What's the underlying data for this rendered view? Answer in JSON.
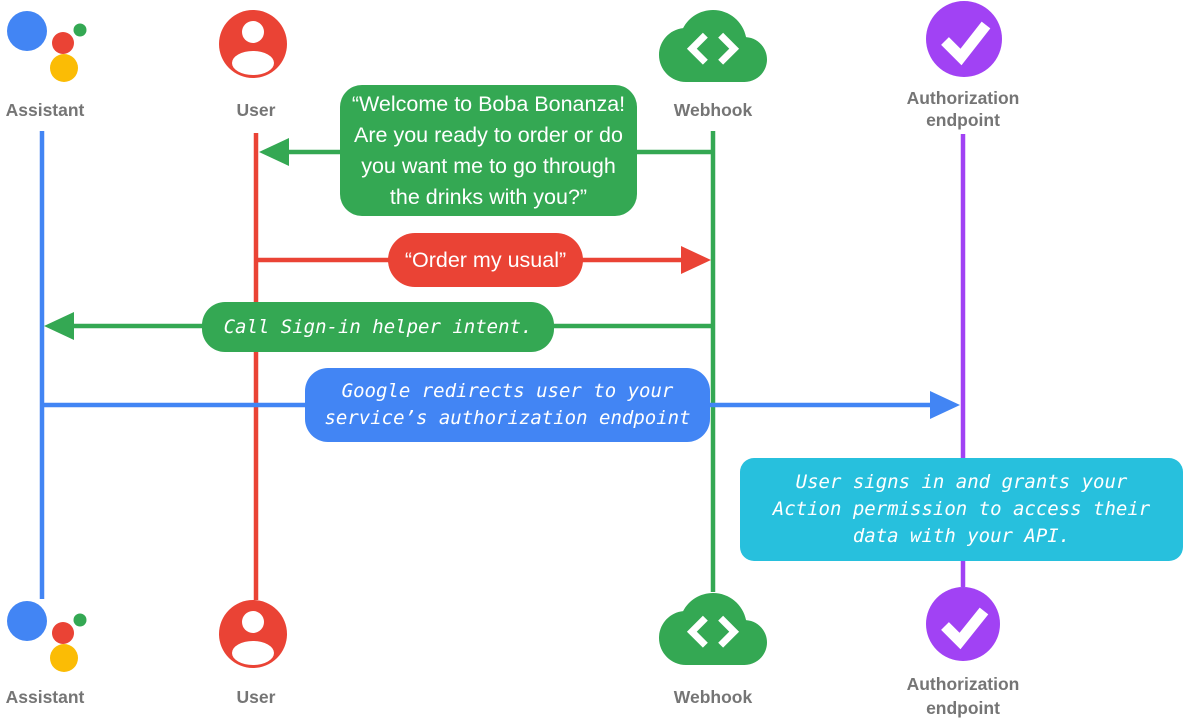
{
  "colors": {
    "blue": "#4285F4",
    "red": "#EA4335",
    "green": "#34A853",
    "yellow": "#FBBC05",
    "purple": "#A142F4",
    "cyan": "#27C0DD",
    "label_gray": "#757575",
    "bubble_text": "#FFFFFF",
    "background": "#FFFFFF"
  },
  "actors": {
    "assistant": {
      "label": "Assistant",
      "icon": "google-assistant-logo",
      "lifeline_color": "blue"
    },
    "user": {
      "label": "User",
      "icon": "user-avatar",
      "lifeline_color": "red"
    },
    "webhook": {
      "label": "Webhook",
      "icon": "cloud-code",
      "lifeline_color": "green"
    },
    "auth": {
      "label": "Authorization\nendpoint",
      "icon": "check-circle",
      "lifeline_color": "purple"
    }
  },
  "messages": {
    "welcome": {
      "text": "“Welcome to Boba Bonanza!\nAre you ready to order or do\nyou want me to go through\nthe drinks with you?”",
      "from": "webhook",
      "to": "user",
      "color": "green",
      "style": "speech"
    },
    "order": {
      "text": "“Order my usual”",
      "from": "user",
      "to": "webhook",
      "color": "red",
      "style": "speech"
    },
    "signin": {
      "text": "Call Sign-in helper intent.",
      "from": "webhook",
      "to": "assistant",
      "color": "green",
      "style": "code"
    },
    "redirect": {
      "text": "Google redirects user to your\nservice’s authorization endpoint",
      "from": "assistant",
      "to": "auth",
      "color": "blue",
      "style": "code"
    },
    "grant": {
      "text": "User signs in and grants your\nAction permission to access their\ndata with your API.",
      "from": "auth",
      "to": "auth",
      "color": "cyan",
      "style": "code"
    }
  }
}
